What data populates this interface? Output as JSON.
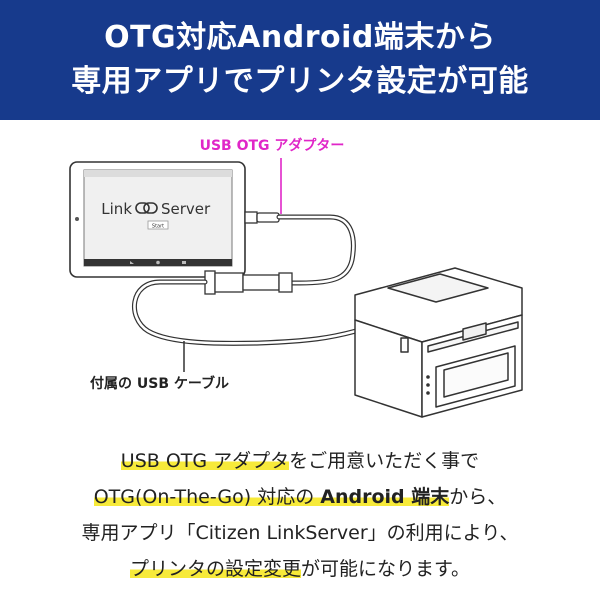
{
  "banner": {
    "line1": "OTG対応Android端末から",
    "line2": "専用アプリでプリンタ設定が可能",
    "bg_color": "#173a8c"
  },
  "illustration": {
    "adapter_label": "USB OTG アダプター",
    "adapter_label_color": "#e026c8",
    "cable_label": "付属の USB ケーブル",
    "tablet_app_title_left": "Link",
    "tablet_app_title_right": "Server",
    "tablet_start_button": "Start"
  },
  "description": {
    "line1_hl": "USB OTG アダプタ",
    "line1_rest": "をご用意いただく事で",
    "line2_hl1": "OTG(On-The-Go) 対応の ",
    "line2_bold": "Android 端末",
    "line2_rest": "から、",
    "line3": "専用アプリ「Citizen LinkServer」の利用により、",
    "line4_hl": "プリンタの設定変更",
    "line4_rest": "が可能になります。",
    "highlight_color": "#f7ea3a"
  }
}
